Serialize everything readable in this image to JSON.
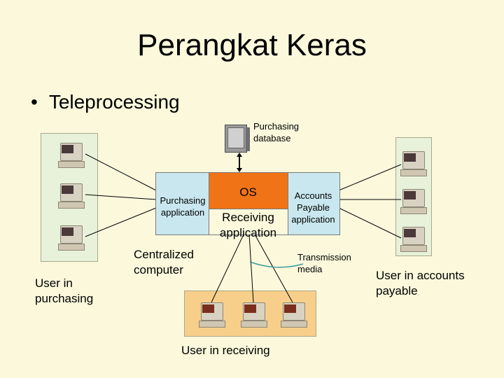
{
  "title": "Perangkat Keras",
  "bullet": "Teleprocessing",
  "labels": {
    "purchasing_database": "Purchasing database",
    "os": "OS",
    "purchasing_application": "Purchasing application",
    "receiving_application": "Receiving application",
    "accounts_payable_application": "Accounts Payable application",
    "centralized_computer": "Centralized computer",
    "transmission_media": "Transmission media",
    "user_in_purchasing": "User in purchasing",
    "user_in_accounts_payable": "User in accounts payable",
    "user_in_receiving": "User in receiving"
  },
  "colors": {
    "background": "#fbf8dc",
    "os_box": "#f07316",
    "application_box": "#c9e7ee",
    "user_panel": "#e8f2da",
    "receiving_panel": "#f7cf8a",
    "transmission_curve": "#3a9a9a"
  }
}
